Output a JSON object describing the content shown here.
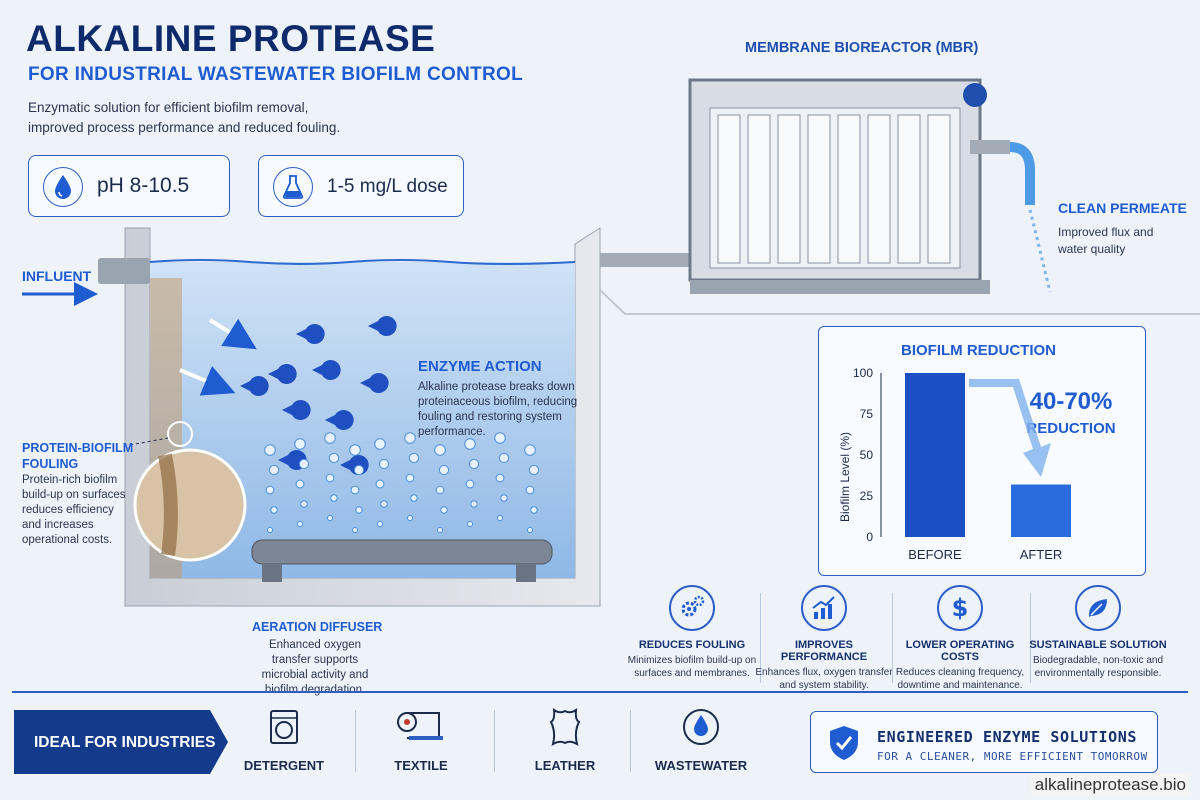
{
  "header": {
    "title": "ALKALINE PROTEASE",
    "subtitle": "FOR INDUSTRIAL WASTEWATER BIOFILM CONTROL",
    "description_line1": "Enzymatic solution for efficient biofilm removal,",
    "description_line2": "improved process performance and reduced fouling."
  },
  "specs": [
    {
      "icon": "water-drop-icon",
      "text": "pH 8-10.5"
    },
    {
      "icon": "flask-icon",
      "text": "1-5 mg/L dose"
    }
  ],
  "diagram": {
    "mbr_label": "MEMBRANE BIOREACTOR (MBR)",
    "permeate_title": "CLEAN PERMEATE",
    "permeate_desc": "Improved flux and water quality",
    "influent_label": "INFLUENT",
    "enzyme_title": "ENZYME ACTION",
    "enzyme_desc": "Alkaline protease breaks down proteinaceous biofilm, reducing fouling and restoring system performance.",
    "biofilm_title_1": "PROTEIN-BIOFILM",
    "biofilm_title_2": "FOULING",
    "biofilm_desc": "Protein-rich biofilm build-up on surfaces reduces efficiency and increases operational costs.",
    "aeration_title": "AERATION DIFFUSER",
    "aeration_desc": "Enhanced oxygen transfer supports microbial activity and biofilm degradation."
  },
  "chart_data": {
    "type": "bar",
    "title": "BIOFILM REDUCTION",
    "categories": [
      "BEFORE",
      "AFTER"
    ],
    "values": [
      100,
      32
    ],
    "ylabel": "Biofilm Level (%)",
    "ylim": [
      0,
      100
    ],
    "yticks": [
      "0",
      "25",
      "50",
      "75",
      "100"
    ],
    "annotation_value": "40-70%",
    "annotation_label": "REDUCTION",
    "colors": [
      "#1d4fc4",
      "#2a6be0"
    ]
  },
  "benefits": [
    {
      "icon": "gears-icon",
      "title": "REDUCES FOULING",
      "desc": "Minimizes biofilm build-up on surfaces and membranes."
    },
    {
      "icon": "trend-up-icon",
      "title": "IMPROVES PERFORMANCE",
      "desc": "Enhances flux, oxygen transfer and system stability."
    },
    {
      "icon": "dollar-icon",
      "title": "LOWER OPERATING COSTS",
      "desc": "Reduces cleaning frequency, downtime and maintenance."
    },
    {
      "icon": "leaf-icon",
      "title": "SUSTAINABLE SOLUTION",
      "desc": "Biodegradable, non-toxic and environmentally responsible."
    }
  ],
  "industries": {
    "label": "IDEAL FOR INDUSTRIES",
    "items": [
      {
        "icon": "washing-machine-icon",
        "name": "DETERGENT"
      },
      {
        "icon": "fabric-roll-icon",
        "name": "TEXTILE"
      },
      {
        "icon": "leather-hide-icon",
        "name": "LEATHER"
      },
      {
        "icon": "water-drop-icon",
        "name": "WASTEWATER"
      }
    ]
  },
  "engineered": {
    "title": "ENGINEERED ENZYME SOLUTIONS",
    "subtitle": "FOR A CLEANER, MORE EFFICIENT TOMORROW"
  },
  "footer": "alkalineprotease.bio",
  "colors": {
    "primary": "#0e2a6b",
    "accent": "#1f5bd1",
    "water": "#bcd6f0"
  }
}
